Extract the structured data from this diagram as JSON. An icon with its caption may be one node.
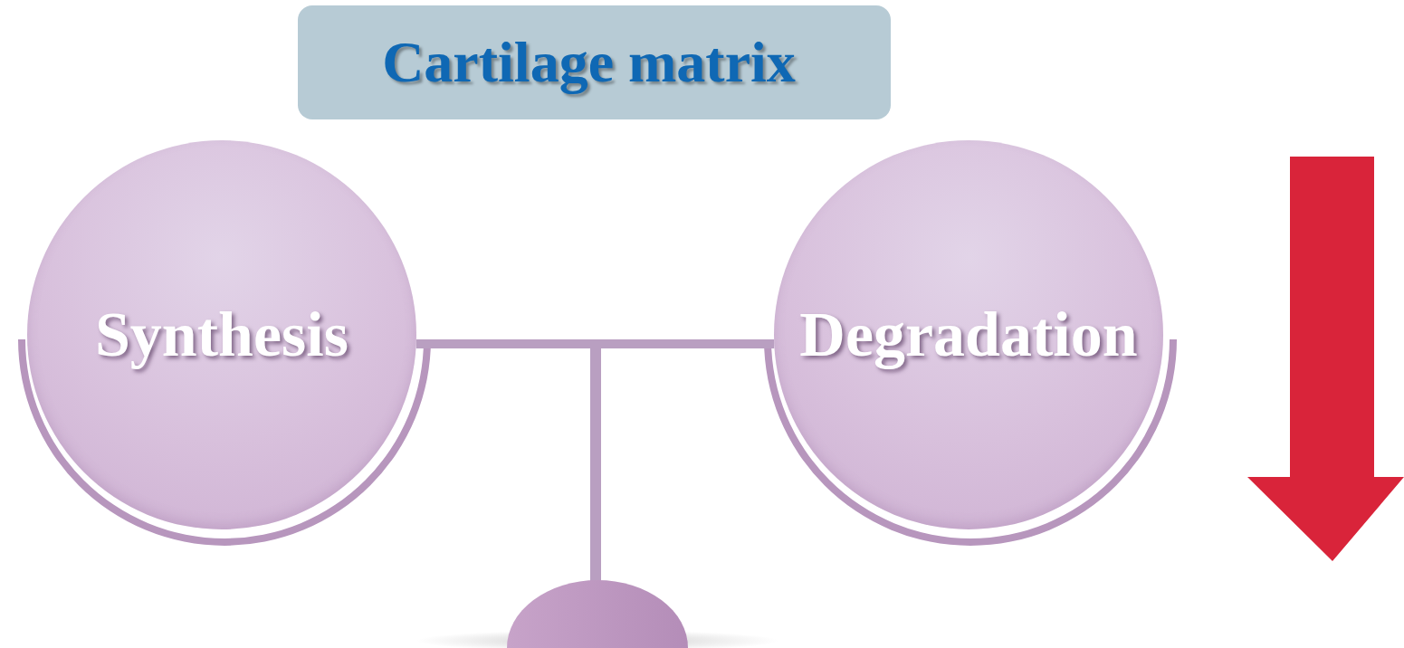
{
  "diagram": {
    "nodes": [
      {
        "text": [
          "Cartilage matrix"
        ]
      },
      {
        "text": [
          "Synthesis"
        ]
      },
      {
        "text": [
          "Degradation"
        ]
      }
    ],
    "edges": [
      {
        "from": 1,
        "to": 2,
        "arrow": "none"
      }
    ]
  }
}
